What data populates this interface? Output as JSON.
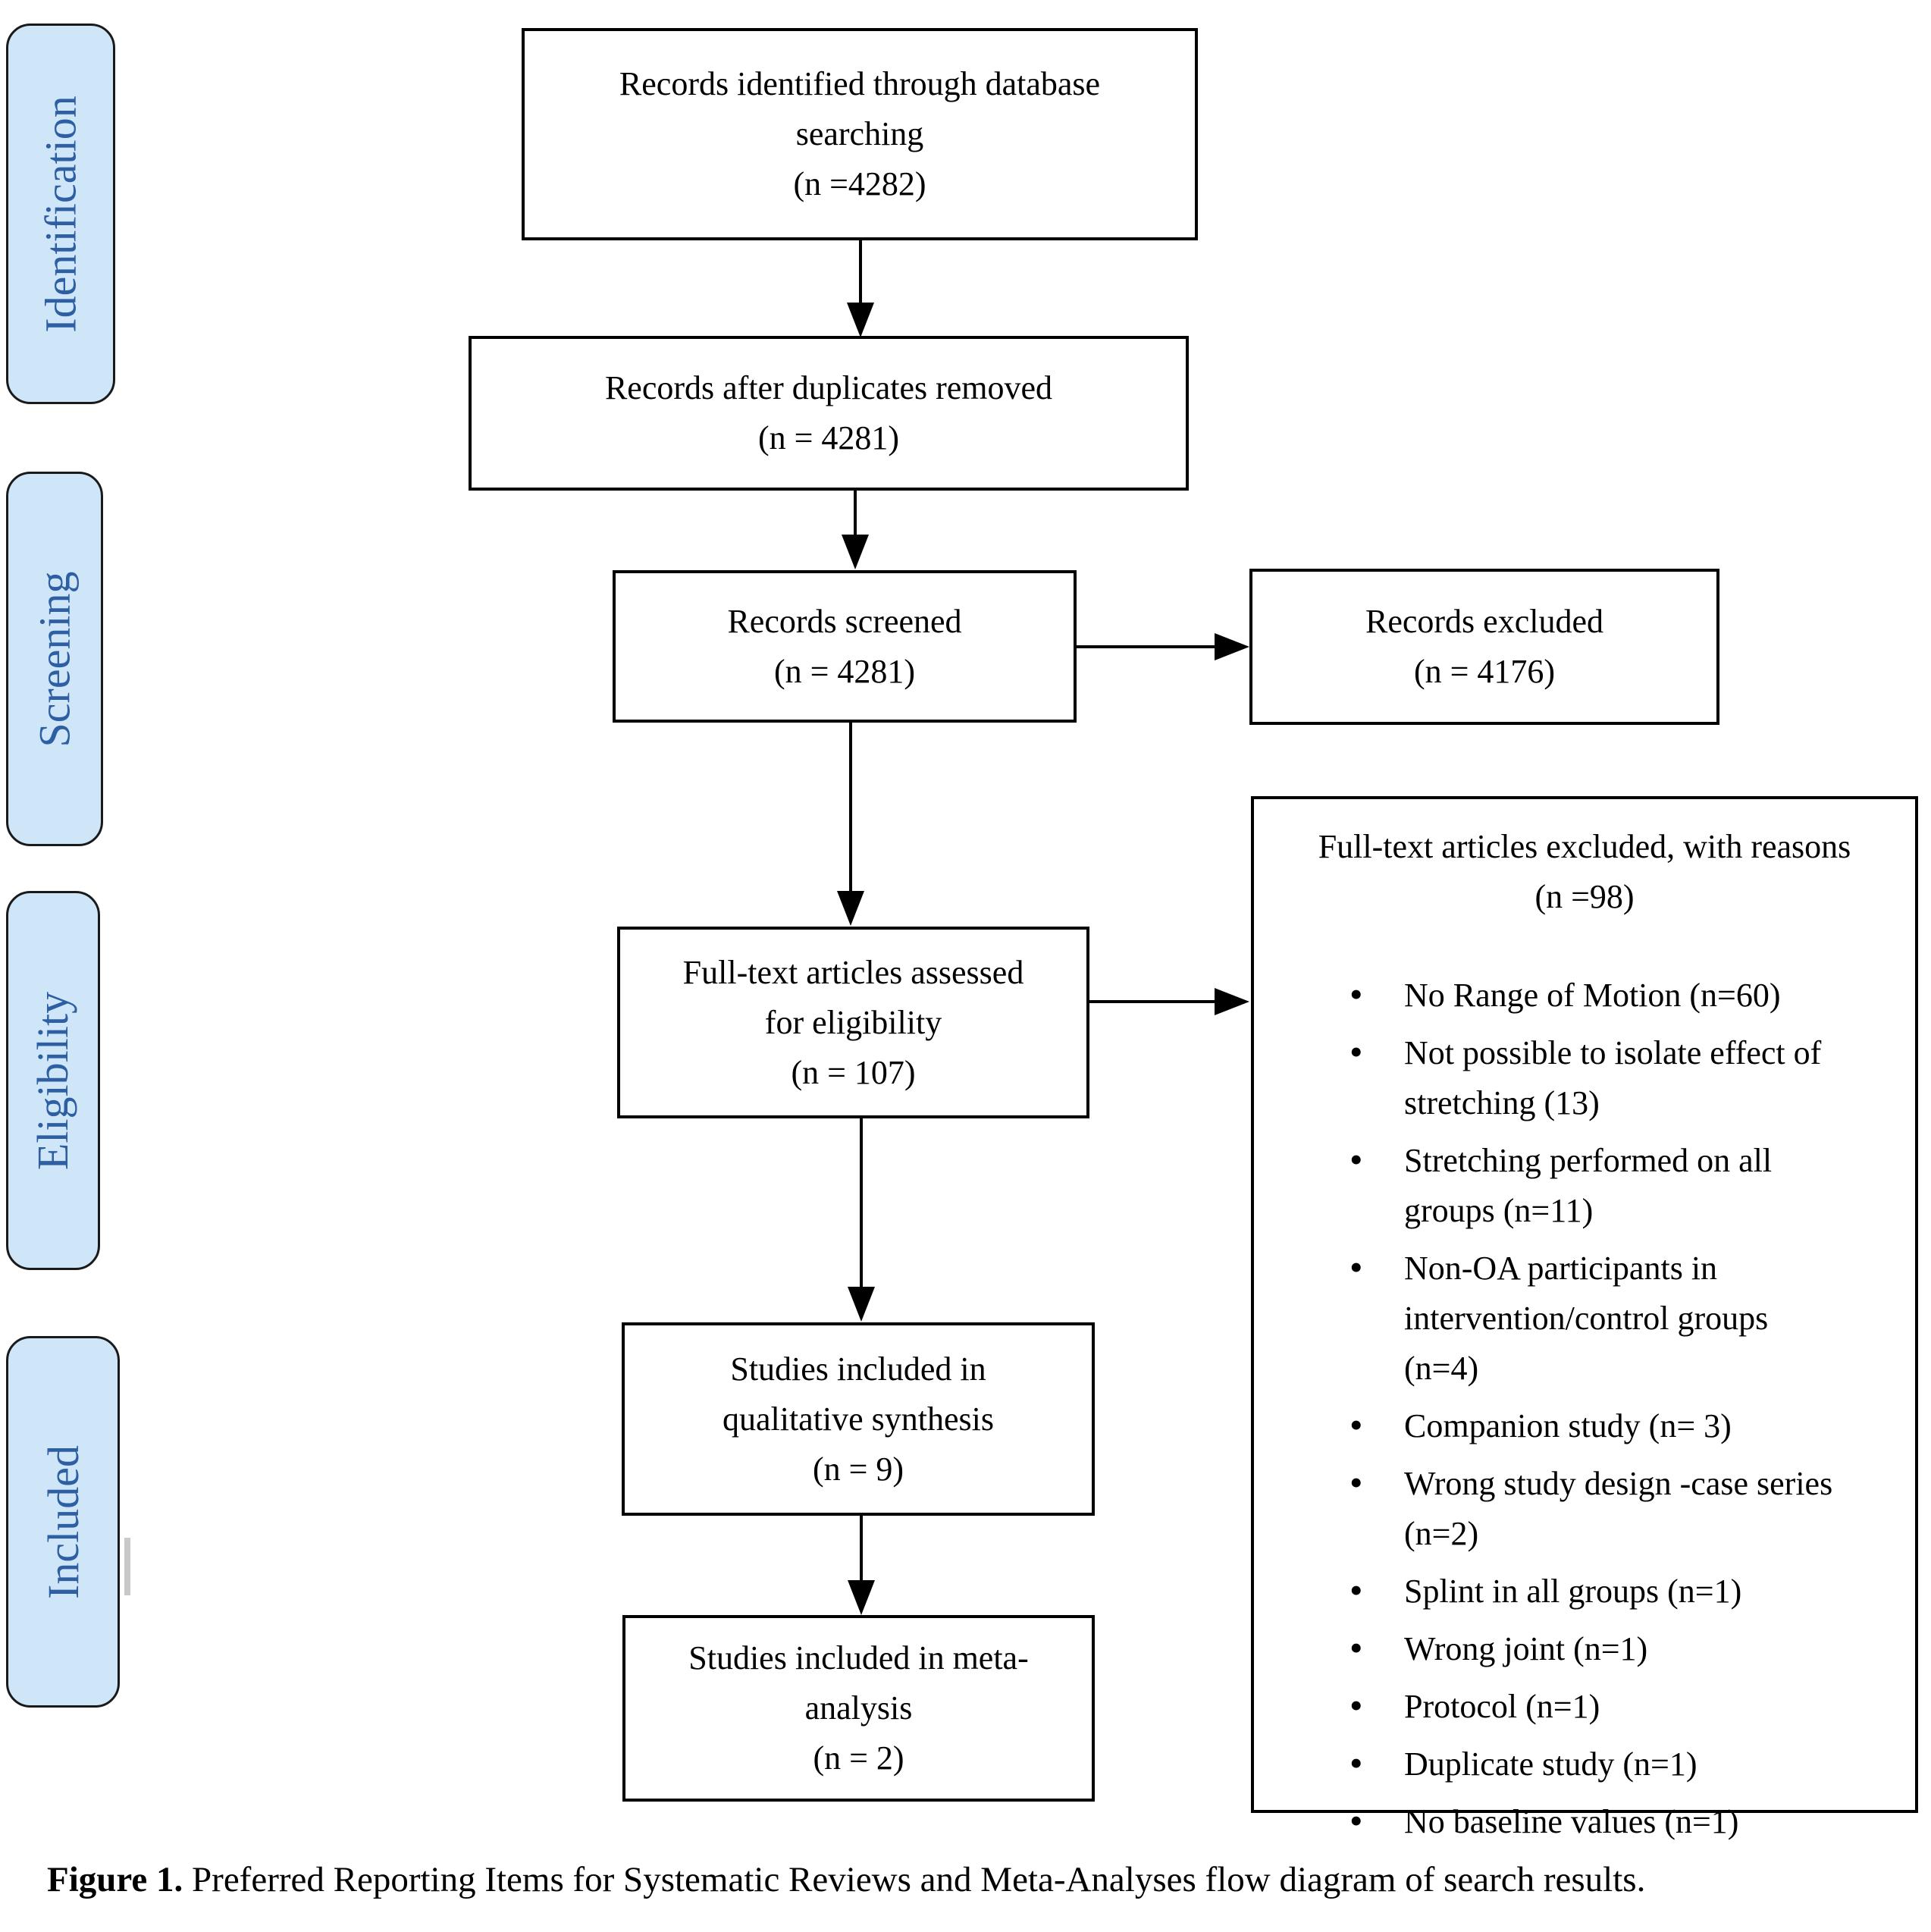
{
  "figure": {
    "caption_label": "Figure 1.",
    "caption_text": " Preferred Reporting Items for Systematic Reviews and Meta-Analyses flow diagram of search results."
  },
  "colors": {
    "stage_fill": "#cfe6f8",
    "stage_text": "#2e5fa3",
    "stage_border": "#1a1a1a",
    "box_border": "#000000",
    "box_fill": "#ffffff",
    "arrow": "#000000"
  },
  "stages": [
    {
      "label": "Identification"
    },
    {
      "label": "Screening"
    },
    {
      "label": "Eligibility"
    },
    {
      "label": "Included"
    }
  ],
  "boxes": {
    "identified": {
      "lines": [
        "Records identified through database",
        "searching",
        "(n =4282)"
      ]
    },
    "deduplicated": {
      "lines": [
        "Records after duplicates removed",
        "(n = 4281)"
      ]
    },
    "screened": {
      "lines": [
        "Records screened",
        "(n = 4281)"
      ]
    },
    "records_excluded": {
      "lines": [
        "Records excluded",
        "(n = 4176)"
      ]
    },
    "fulltext_assessed": {
      "lines": [
        "Full-text articles assessed",
        "for eligibility",
        "(n = 107)"
      ]
    },
    "qualitative": {
      "lines": [
        "Studies included in",
        "qualitative synthesis",
        "(n = 9)"
      ]
    },
    "meta_analysis": {
      "lines": [
        "Studies included in meta-",
        "analysis",
        "(n = 2)"
      ]
    }
  },
  "reasons": {
    "title_lines": [
      "Full-text articles excluded, with reasons",
      "(n =98)"
    ],
    "items": [
      "No Range of Motion (n=60)",
      "Not possible to isolate effect of stretching (13)",
      "Stretching performed on all groups (n=11)",
      "Non-OA participants in intervention/control groups (n=4)",
      "Companion study (n= 3)",
      "Wrong study design -case series (n=2)",
      "Splint in all groups (n=1)",
      "Wrong joint (n=1)",
      "Protocol (n=1)",
      "Duplicate study (n=1)",
      "No baseline values (n=1)"
    ]
  }
}
